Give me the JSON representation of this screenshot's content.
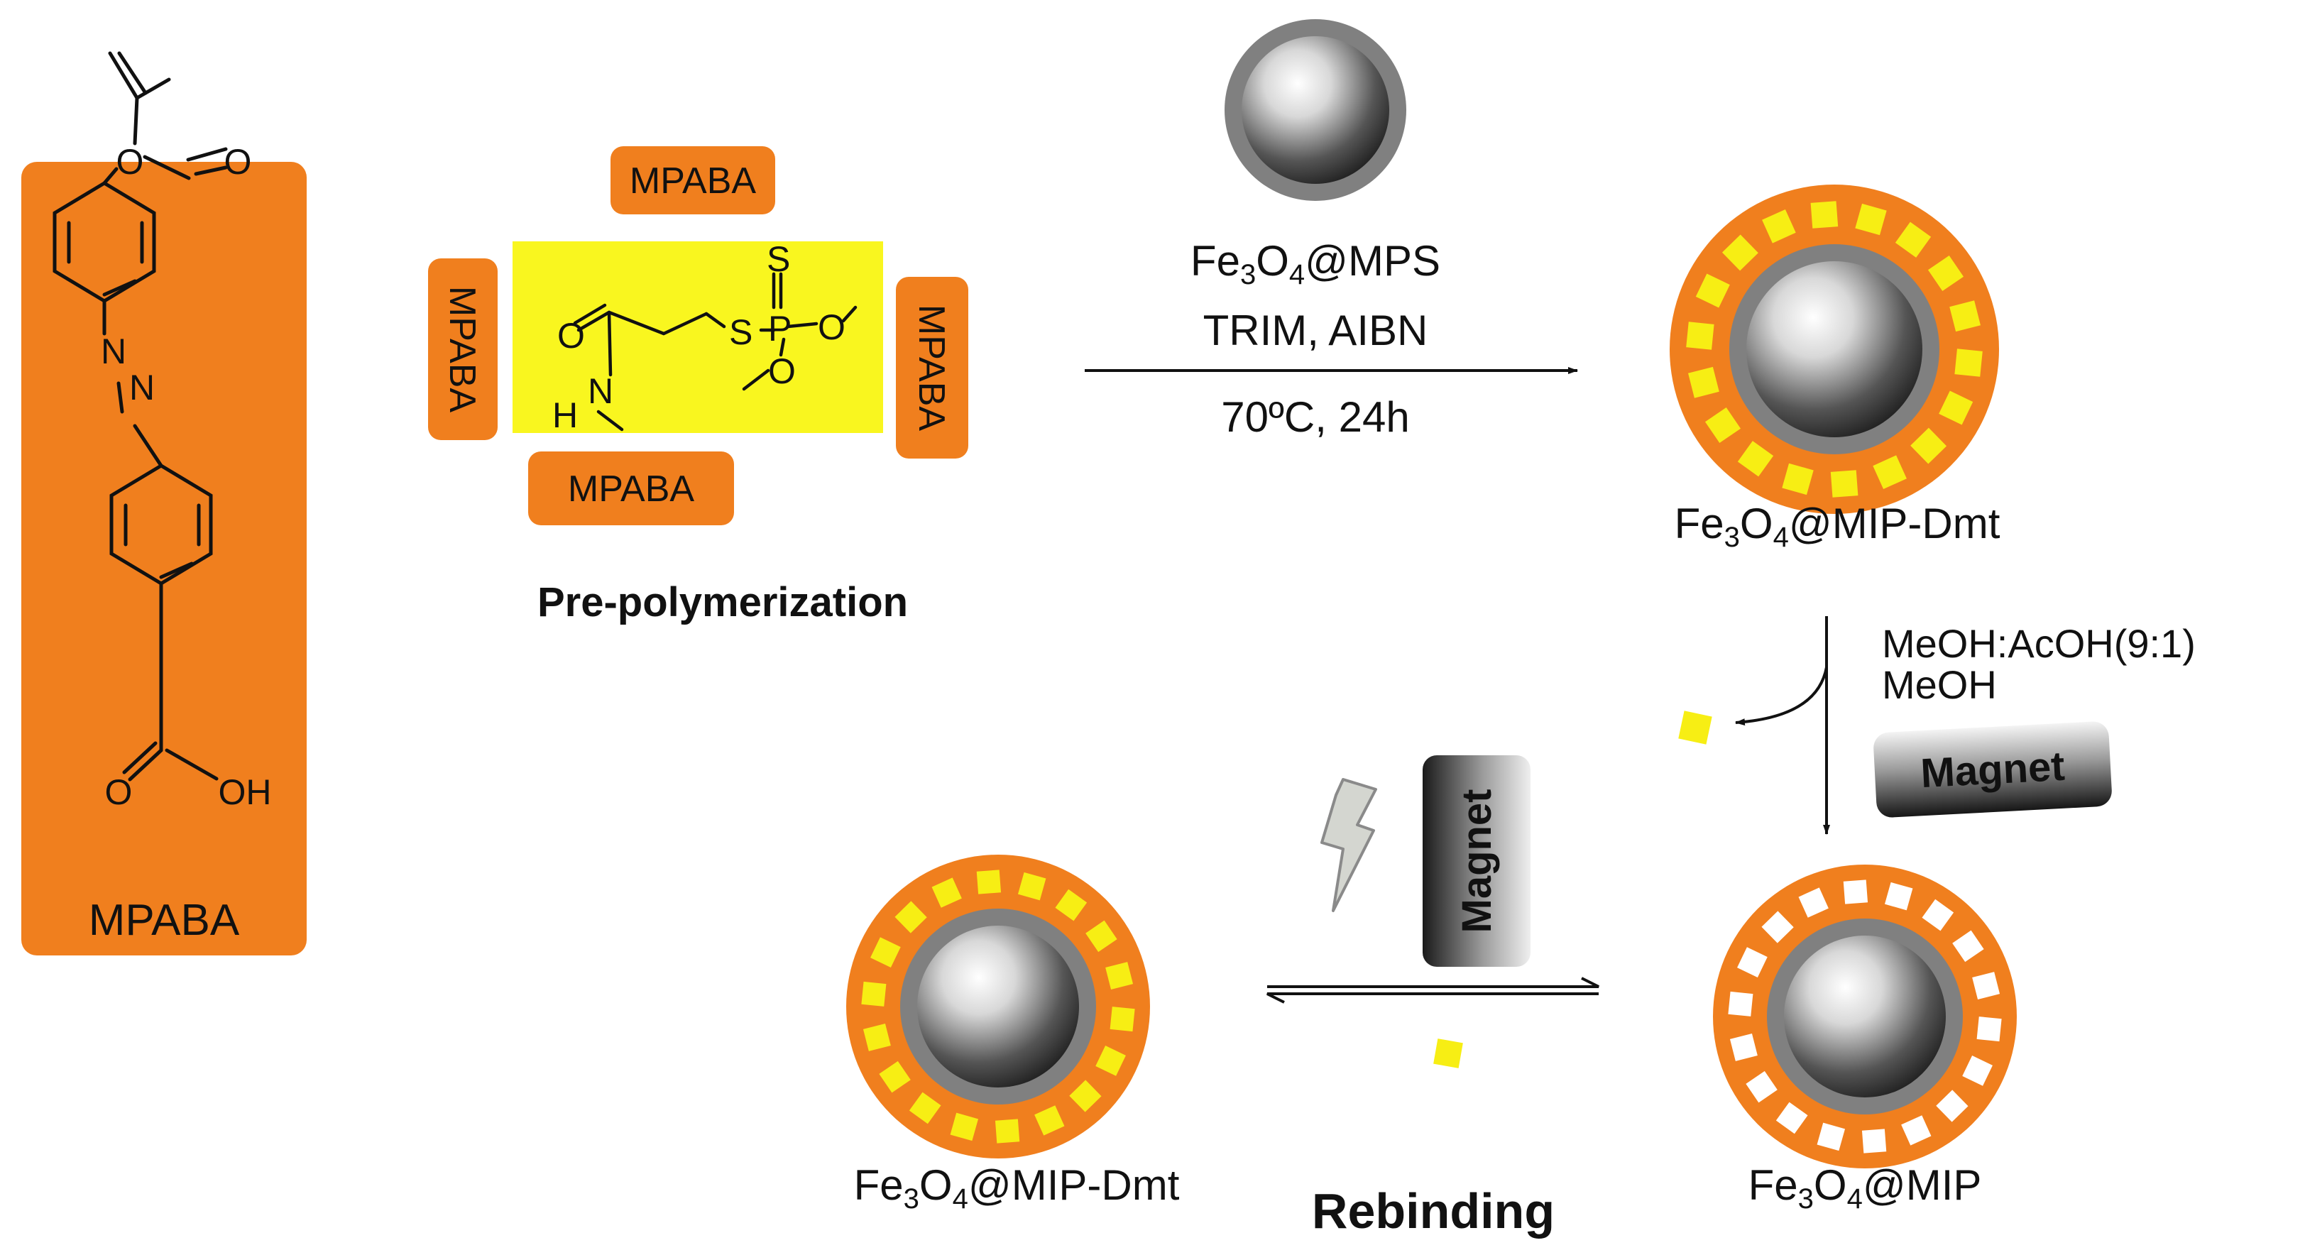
{
  "monomer": {
    "label": "MPABA",
    "atoms": {
      "o_ester1": "O",
      "o_ester2": "O",
      "n1": "N",
      "n2": "N",
      "o_acid": "O",
      "oh": "OH"
    }
  },
  "prepolymerization": {
    "tags": [
      "MPABA",
      "MPABA",
      "MPABA",
      "MPABA"
    ],
    "template_atoms": {
      "o": "O",
      "n": "N",
      "h": "H",
      "s1": "S",
      "s2": "S",
      "p": "P",
      "o1": "O",
      "o2": "O"
    },
    "caption": "Pre-polymerization"
  },
  "core": {
    "fe": "Fe",
    "o": "O",
    "sub3": "3",
    "sub4": "4",
    "suffix_mps": "@MPS",
    "suffix_mip_dmt": "@MIP-Dmt",
    "suffix_mip": "@MIP"
  },
  "reaction1": {
    "line2": "TRIM, AIBN",
    "line3": "70ºC, 24h"
  },
  "elution": {
    "line1": "MeOH:AcOH(9:1)",
    "line2": "MeOH"
  },
  "magnet_label": "Magnet",
  "rebinding_label": "Rebinding",
  "colors": {
    "orange": "#f07f1e",
    "yellow": "#f7ee14",
    "template_highlight": "#f9f61f",
    "shell_gray": "#808080"
  }
}
